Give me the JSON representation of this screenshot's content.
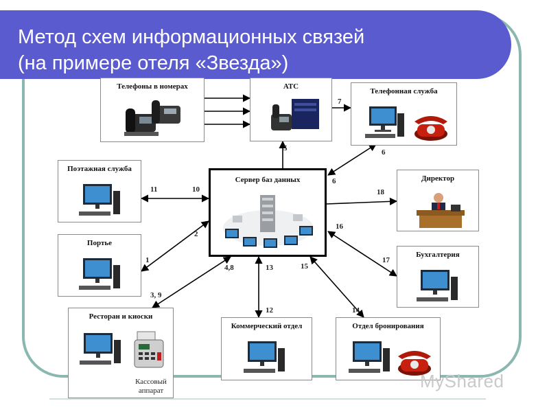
{
  "title": {
    "line1": "Метод схем информационных связей",
    "line2": "(на примере отеля «Звезда»)"
  },
  "nodes": {
    "phones_rooms": "Телефоны в номерах",
    "ats": "АТС",
    "phone_service": "Телефонная служба",
    "floor_service": "Поэтажная служба",
    "server": "Сервер баз данных",
    "director": "Директор",
    "porter": "Портье",
    "accounting": "Бухгалтерия",
    "restaurant": "Ресторан и киоски",
    "commercial": "Коммерческий отдел",
    "booking": "Отдел бронирования"
  },
  "cash_register_note": [
    "Кассовый",
    "аппарат"
  ],
  "edge_labels": {
    "e7": "7",
    "e5": "5",
    "e6a": "6",
    "e6b": "6",
    "e11": "11",
    "e10": "10",
    "e18": "18",
    "e16": "16",
    "e2": "2",
    "e1": "1",
    "e17": "17",
    "e48": "4,8",
    "e13": "13",
    "e15": "15",
    "e39": "3, 9",
    "e12": "12",
    "e14": "14"
  },
  "watermark": "MyShared",
  "colors": {
    "header": "#5b5bd0",
    "frame": "#8ab8b0"
  }
}
